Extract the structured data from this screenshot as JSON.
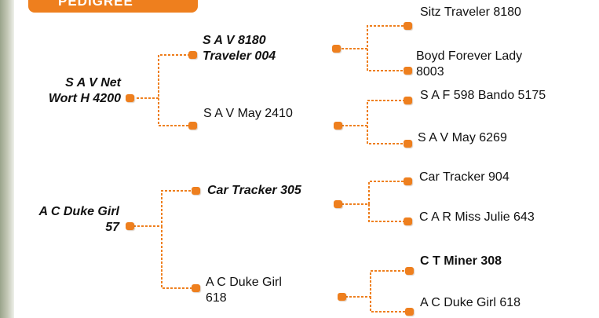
{
  "header": {
    "tab_label": "PEDIGREE"
  },
  "pedigree": {
    "animals": [
      {
        "id": "sire",
        "lines": [
          "S A V Net",
          "Wort H 4200"
        ]
      },
      {
        "id": "sire-sire",
        "lines": [
          "S A V 8180",
          "Traveler 004"
        ]
      },
      {
        "id": "sire-dam",
        "lines": [
          "S A V May 2410"
        ]
      },
      {
        "id": "sire-sire-sire",
        "lines": [
          "Sitz Traveler 8180"
        ]
      },
      {
        "id": "sire-sire-dam",
        "lines": [
          "Boyd Forever Lady",
          "8003"
        ]
      },
      {
        "id": "sire-dam-sire",
        "lines": [
          "S A F 598 Bando 5175"
        ]
      },
      {
        "id": "sire-dam-dam",
        "lines": [
          "S A V May 6269"
        ]
      },
      {
        "id": "dam",
        "lines": [
          "A C Duke Girl",
          "57"
        ]
      },
      {
        "id": "dam-sire",
        "lines": [
          "Car Tracker 305"
        ]
      },
      {
        "id": "dam-dam",
        "lines": [
          "A C Duke Girl",
          "618"
        ]
      },
      {
        "id": "dam-sire-sire",
        "lines": [
          "Car Tracker 904"
        ]
      },
      {
        "id": "dam-sire-dam",
        "lines": [
          "C A R Miss Julie 643"
        ]
      },
      {
        "id": "dam-dam-sire",
        "lines": [
          "C T Miner 308"
        ]
      },
      {
        "id": "dam-dam-dam",
        "lines": [
          "A C Duke Girl 618"
        ]
      }
    ]
  },
  "colors": {
    "accent": "#ee7f1e",
    "text": "#111111"
  }
}
